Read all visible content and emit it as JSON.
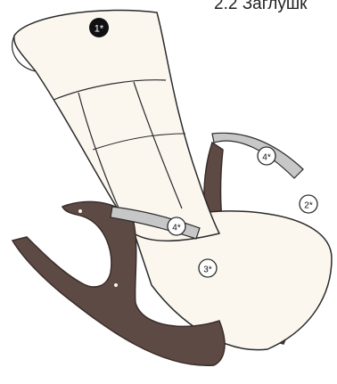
{
  "caption": "2.2 Заглушк",
  "colors": {
    "upholstery": "#fbf7ef",
    "outline": "#2b2b2b",
    "wood": "#5d4a45",
    "wood_edge": "#3a2d2a",
    "armrest_pad": "#c7c7c7",
    "callout_dark": "#111111",
    "callout_light": "#ffffff"
  },
  "callouts": [
    {
      "id": "c1",
      "label": "1*",
      "style": "dark"
    },
    {
      "id": "c2",
      "label": "2*",
      "style": "light"
    },
    {
      "id": "c3",
      "label": "3*",
      "style": "light"
    },
    {
      "id": "c4a",
      "label": "4*",
      "style": "light"
    },
    {
      "id": "c4b",
      "label": "4*",
      "style": "light"
    }
  ]
}
